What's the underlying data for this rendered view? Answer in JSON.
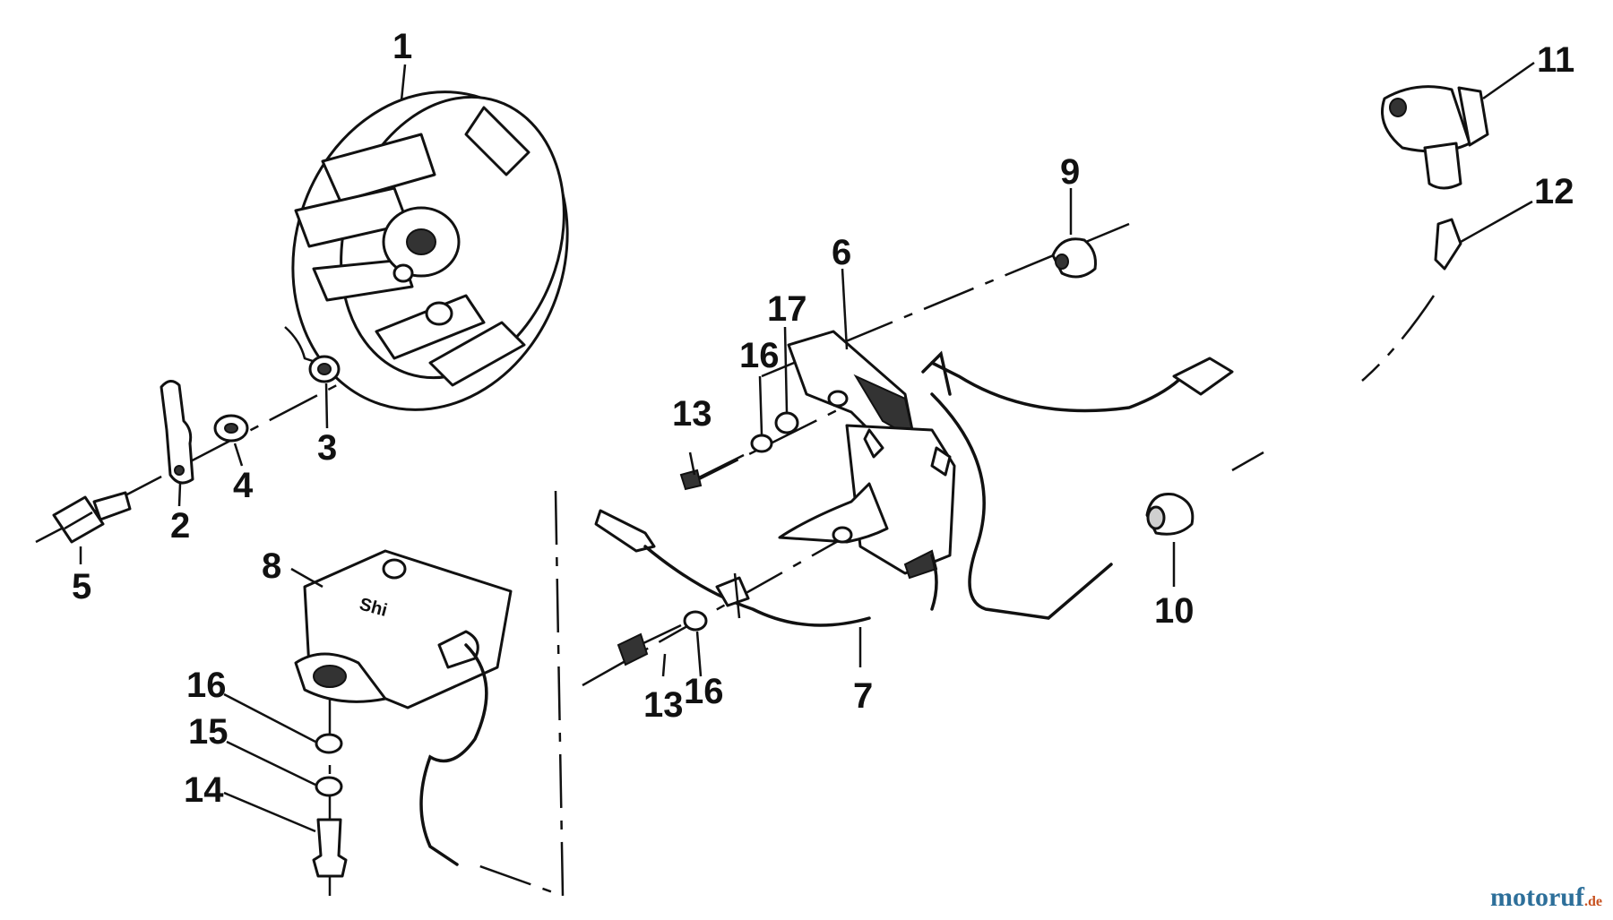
{
  "callouts": [
    {
      "id": "c1",
      "label": "1"
    },
    {
      "id": "c2",
      "label": "2"
    },
    {
      "id": "c3",
      "label": "3"
    },
    {
      "id": "c4",
      "label": "4"
    },
    {
      "id": "c5",
      "label": "5"
    },
    {
      "id": "c6",
      "label": "6"
    },
    {
      "id": "c7",
      "label": "7"
    },
    {
      "id": "c8",
      "label": "8"
    },
    {
      "id": "c9",
      "label": "9"
    },
    {
      "id": "c10",
      "label": "10"
    },
    {
      "id": "c11",
      "label": "11"
    },
    {
      "id": "c12",
      "label": "12"
    },
    {
      "id": "c13a",
      "label": "13"
    },
    {
      "id": "c13b",
      "label": "13"
    },
    {
      "id": "c14",
      "label": "14"
    },
    {
      "id": "c15",
      "label": "15"
    },
    {
      "id": "c16a",
      "label": "16"
    },
    {
      "id": "c16b",
      "label": "16"
    },
    {
      "id": "c16c",
      "label": "16"
    },
    {
      "id": "c17",
      "label": "17"
    }
  ],
  "module_brand": "Shi",
  "watermark": {
    "main": "motoruf",
    "tld": ".de"
  },
  "colors": {
    "ink": "#111111",
    "watermark_main": "#2d6f9a",
    "watermark_tld": "#c7511f"
  }
}
